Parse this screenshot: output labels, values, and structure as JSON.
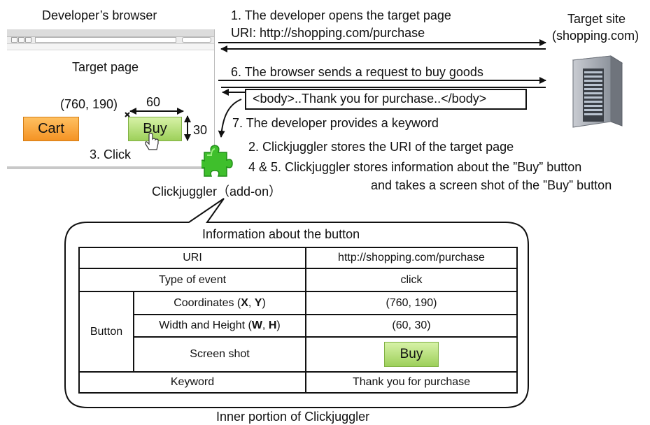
{
  "left_panel": {
    "title": "Developer’s browser",
    "target_page_label": "Target page",
    "coords_label": "(760, 190)",
    "width_label": "60",
    "height_label": "30",
    "cart_label": "Cart",
    "buy_label": "Buy",
    "click_label": "3. Click"
  },
  "right_panel": {
    "title_line1": "Target site",
    "title_line2": "(shopping.com)"
  },
  "steps": {
    "step1_line1": "1. The developer opens the target page",
    "step1_line2": "URI: http://shopping.com/purchase",
    "step6": "6. The browser sends a request to buy goods",
    "response_body": "<body>..Thank you for purchase..</body>",
    "step7": "7. The developer provides a keyword",
    "step2": "2. Clickjuggler stores the URI of the target page",
    "step45_line1": "4 & 5. Clickjuggler stores information about the ”Buy” button",
    "step45_line2": "and takes a screen shot of the ”Buy” button"
  },
  "addon_label": "Clickjuggler（add-on）",
  "info_table": {
    "caption": "Information about the button",
    "uri_label": "URI",
    "uri_value": "http://shopping.com/purchase",
    "event_label": "Type of event",
    "event_value": "click",
    "button_group": "Button",
    "coords_label_pre": "Coordinates (",
    "coords_x": "X",
    "coords_sep": ", ",
    "coords_y": "Y",
    "coords_post": ")",
    "coords_value": "(760, 190)",
    "wh_label_pre": "Width and Height (",
    "wh_w": "W",
    "wh_sep": ", ",
    "wh_h": "H",
    "wh_post": ")",
    "wh_value": "(60, 30)",
    "shot_label": "Screen shot",
    "shot_button": "Buy",
    "keyword_label": "Keyword",
    "keyword_value": "Thank you for purchase"
  },
  "footer_label": "Inner portion of Clickjuggler"
}
